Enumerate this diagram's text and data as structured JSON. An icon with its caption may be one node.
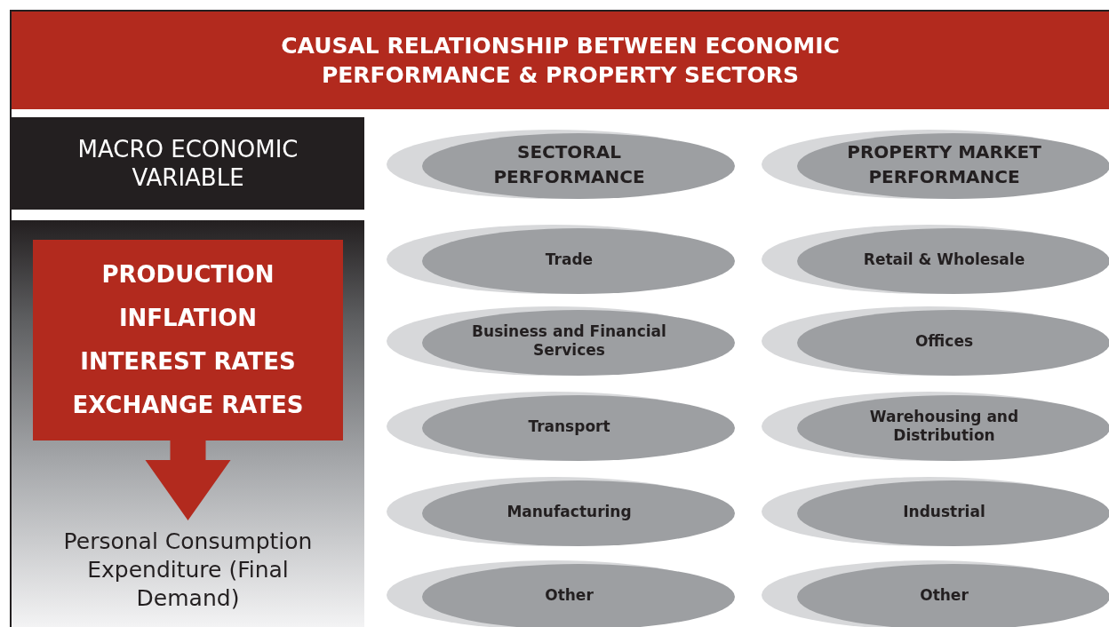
{
  "diagram": {
    "title": "CAUSAL RELATIONSHIP BETWEEN ECONOMIC PERFORMANCE & PROPERTY SECTORS",
    "nodes": [
      {
        "text": [
          "MACRO ECONOMIC VARIABLE"
        ]
      },
      {
        "text": [
          "PRODUCTION",
          "INFLATION",
          "INTEREST RATES",
          "EXCHANGE RATES"
        ]
      },
      {
        "text": [
          "Personal Consumption Expenditure (Final Demand)"
        ]
      },
      {
        "text": [
          "SECTORAL PERFORMANCE"
        ]
      },
      {
        "text": [
          "PROPERTY MARKET PERFORMANCE"
        ]
      },
      {
        "text": [
          "Trade"
        ]
      },
      {
        "text": [
          "Retail & Wholesale"
        ]
      },
      {
        "text": [
          "Business and Financial Services"
        ]
      },
      {
        "text": [
          "Offices"
        ]
      },
      {
        "text": [
          "Transport"
        ]
      },
      {
        "text": [
          "Warehousing and Distribution"
        ]
      },
      {
        "text": [
          "Manufacturing"
        ]
      },
      {
        "text": [
          "Industrial"
        ]
      },
      {
        "text": [
          "Other"
        ]
      },
      {
        "text": [
          "Other"
        ]
      }
    ],
    "edges": [
      {
        "from": 1,
        "to": 2,
        "arrow": "to",
        "style": "thick"
      }
    ]
  }
}
